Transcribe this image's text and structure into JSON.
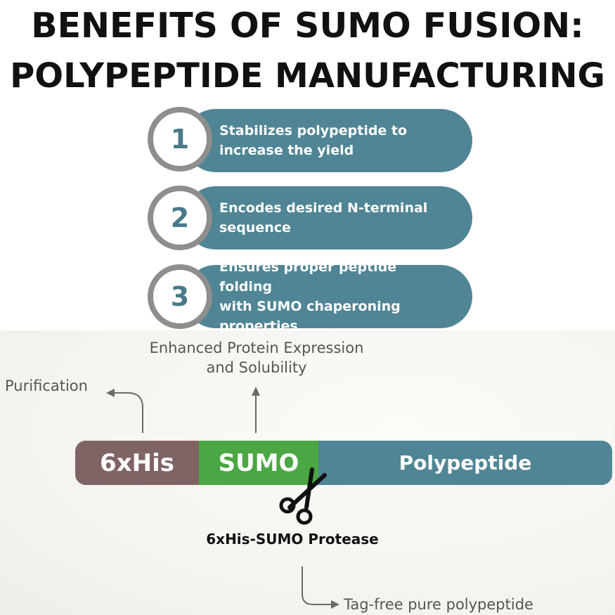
{
  "title": {
    "line1": "BENEFITS OF SUMO FUSION:",
    "line2": "POLYPEPTIDE MANUFACTURING"
  },
  "benefits": [
    {
      "number": "1",
      "lines": [
        "Stabilizes polypeptide to",
        "increase the yield"
      ]
    },
    {
      "number": "2",
      "lines": [
        "Encodes desired N-terminal",
        "sequence"
      ]
    },
    {
      "number": "3",
      "lines": [
        "Ensures proper peptide folding",
        "with SUMO chaperoning",
        "properties"
      ]
    }
  ],
  "diagram": {
    "expression_label": [
      "Enhanced Protein Expression",
      "and Solubility"
    ],
    "purification_label": "Purification",
    "segments": {
      "his": "6xHis",
      "sumo": "SUMO",
      "polypeptide": "Polypeptide"
    },
    "protease_label": "6xHis-SUMO Protease",
    "result_label": "Tag-free pure polypeptide",
    "cut_icon": "scissors-icon"
  },
  "colors": {
    "pill": "#4f8594",
    "number_ring": "#8e8e8e",
    "number_text": "#4a7a8a",
    "his": "#7f6463",
    "sumo": "#4aa743",
    "polypeptide": "#4f8594",
    "arrow": "#6b6b6b"
  }
}
